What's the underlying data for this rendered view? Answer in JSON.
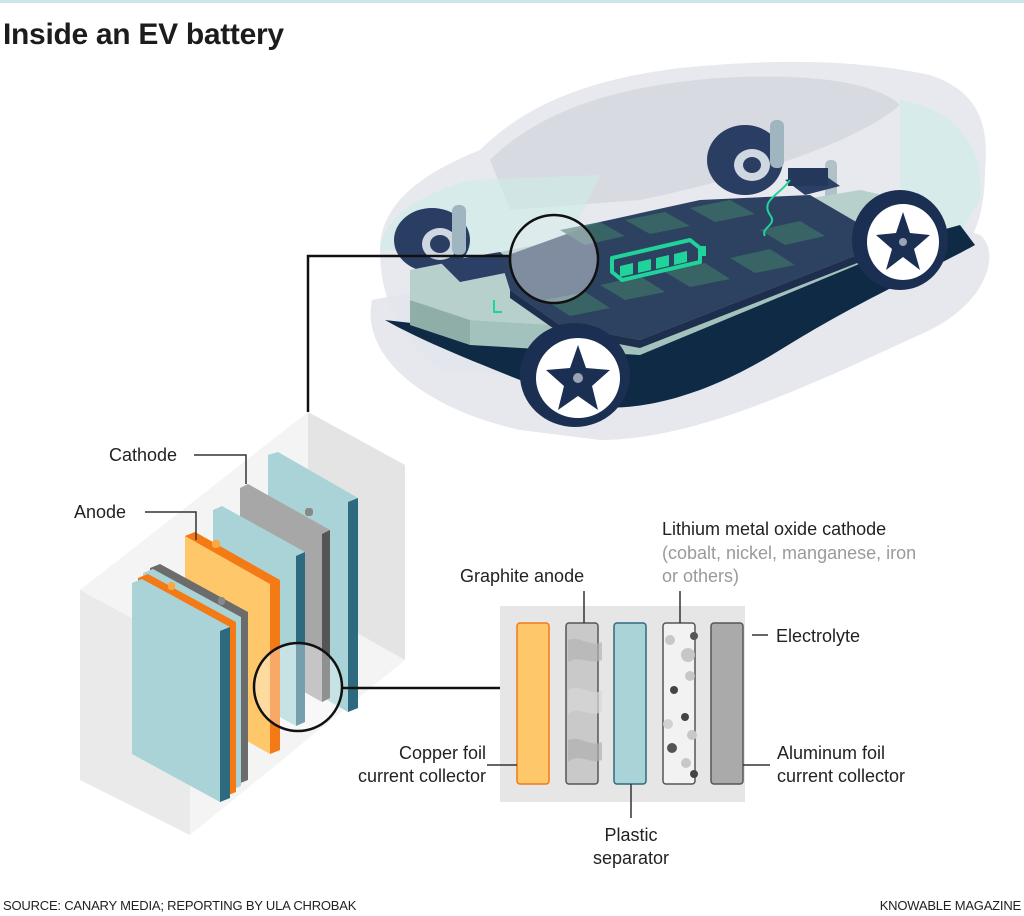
{
  "title": "Inside an EV battery",
  "overview": {
    "vehicle": "electric car chassis with battery pack",
    "battery_icon": "battery-charge-icon",
    "battery_level_bars": 4
  },
  "cell_stack_labels": {
    "cathode": "Cathode",
    "anode": "Anode"
  },
  "detail_labels": {
    "graphite_anode": "Graphite anode",
    "lithium_cathode_line1": "Lithium metal oxide cathode",
    "lithium_cathode_line2": "(cobalt, nickel, manganese, iron",
    "lithium_cathode_line3": "or others)",
    "electrolyte": "Electrolyte",
    "copper_line1": "Copper foil",
    "copper_line2": "current collector",
    "aluminum_line1": "Aluminum foil",
    "aluminum_line2": "current collector",
    "separator_line1": "Plastic",
    "separator_line2": "separator"
  },
  "layers": [
    {
      "name": "Copper foil current collector",
      "color": "#fec76a",
      "stroke": "#f07a1a"
    },
    {
      "name": "Graphite anode",
      "color": "#c9c9c9",
      "stroke": "#555555"
    },
    {
      "name": "Plastic separator",
      "color": "#a9d3d6",
      "stroke": "#2d6a80"
    },
    {
      "name": "Lithium metal oxide cathode",
      "color": "#f2f2f2",
      "stroke": "#555555"
    },
    {
      "name": "Aluminum foil current collector",
      "color": "#aaaaaa",
      "stroke": "#555555"
    }
  ],
  "colors": {
    "copper": "#fec76a",
    "copper_edge": "#f47a16",
    "separator": "#a9d3d6",
    "separator_edge": "#2d6a80",
    "aluminum": "#9e9e9e",
    "chassis_dark": "#0f2a44",
    "battery_green": "#1fd39a",
    "electrolyte_bg": "#e6e6e6"
  },
  "footer": {
    "source": "SOURCE: CANARY MEDIA; REPORTING BY ULA CHROBAK",
    "credit": "KNOWABLE MAGAZINE"
  }
}
